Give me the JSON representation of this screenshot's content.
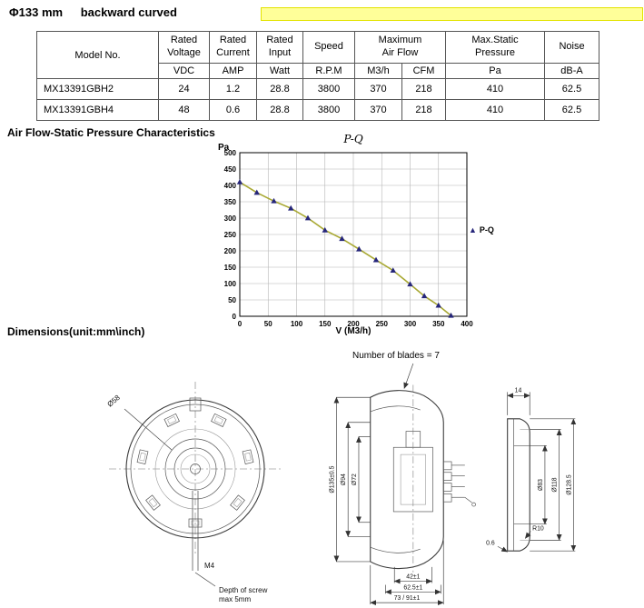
{
  "header": {
    "diameter": "Φ133 mm",
    "type_label": "backward curved"
  },
  "spec_table": {
    "model_header": "Model No.",
    "col_groups": {
      "voltage": "Rated\nVoltage",
      "current": "Rated\nCurrent",
      "input": "Rated\nInput",
      "speed": "Speed",
      "airflow": "Maximum\nAir Flow",
      "pressure": "Max.Static\nPressure",
      "noise": "Noise"
    },
    "units": [
      "VDC",
      "AMP",
      "Watt",
      "R.P.M",
      "M3/h",
      "CFM",
      "Pa",
      "dB-A"
    ],
    "rows": [
      [
        "MX13391GBH2",
        "24",
        "1.2",
        "28.8",
        "3800",
        "370",
        "218",
        "410",
        "62.5"
      ],
      [
        "MX13391GBH4",
        "48",
        "0.6",
        "28.8",
        "3800",
        "370",
        "218",
        "410",
        "62.5"
      ]
    ]
  },
  "chart_section": {
    "title": "Air Flow-Static Pressure Characteristics"
  },
  "chart_data": {
    "type": "line",
    "title": "P-Q",
    "y_unit_label": "Pa",
    "xlabel": "V (M3/h)",
    "legend": "P-Q",
    "xlim": [
      0,
      400
    ],
    "ylim": [
      0,
      500
    ],
    "xtick": 50,
    "ytick": 50,
    "grid": true,
    "legend_position": "right",
    "line_color": "#a8a832",
    "marker_color": "#26267a",
    "points": [
      [
        0,
        410
      ],
      [
        30,
        378
      ],
      [
        60,
        352
      ],
      [
        90,
        330
      ],
      [
        120,
        300
      ],
      [
        150,
        263
      ],
      [
        180,
        237
      ],
      [
        210,
        205
      ],
      [
        240,
        172
      ],
      [
        270,
        140
      ],
      [
        300,
        98
      ],
      [
        325,
        62
      ],
      [
        350,
        33
      ],
      [
        372,
        2
      ]
    ]
  },
  "dimensions_section": {
    "title": "Dimensions(unit:mm\\inch)",
    "blades_note": "Number of blades = 7",
    "front_view": {
      "d58": "Ø58",
      "m4": "M4",
      "screw_note1": "Depth of screw",
      "screw_note2": "max 5mm"
    },
    "section_view": {
      "d135": "Ø135±0.5",
      "d94": "Ø94",
      "d72": "Ø72",
      "w42": "42±1",
      "w625": "62.5±1",
      "w7391": "73 / 91±1"
    },
    "side_view": {
      "w14": "14",
      "d83": "Ø83",
      "d118": "Ø118",
      "d1285": "Ø128.5",
      "r10": "R10",
      "t06": "0.6"
    }
  }
}
